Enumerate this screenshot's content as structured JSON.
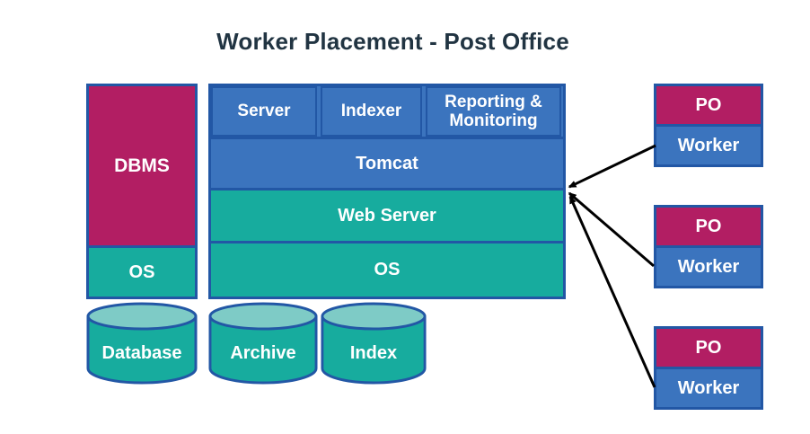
{
  "title": "Worker Placement - Post Office",
  "colors": {
    "crimson_fill": "#B21E63",
    "blue_fill": "#3B74BE",
    "teal_fill": "#17AC9E",
    "cylinder_top_fill": "#7ECBC6",
    "border_blue": "#2257A5",
    "title_text": "#213442",
    "label_text": "#FFFFFF",
    "arrow": "#000000"
  },
  "diagram": {
    "left_stack": {
      "dbms_label": "DBMS",
      "os_label": "OS",
      "database_label": "Database"
    },
    "middle_stack": {
      "row1": [
        {
          "label": "Server"
        },
        {
          "label": "Indexer"
        },
        {
          "label": "Reporting & Monitoring"
        }
      ],
      "tomcat_label": "Tomcat",
      "web_server_label": "Web Server",
      "os_label": "OS",
      "archive_label": "Archive",
      "index_label": "Index"
    },
    "workers": [
      {
        "po_label": "PO",
        "worker_label": "Worker"
      },
      {
        "po_label": "PO",
        "worker_label": "Worker"
      },
      {
        "po_label": "PO",
        "worker_label": "Worker"
      }
    ]
  }
}
